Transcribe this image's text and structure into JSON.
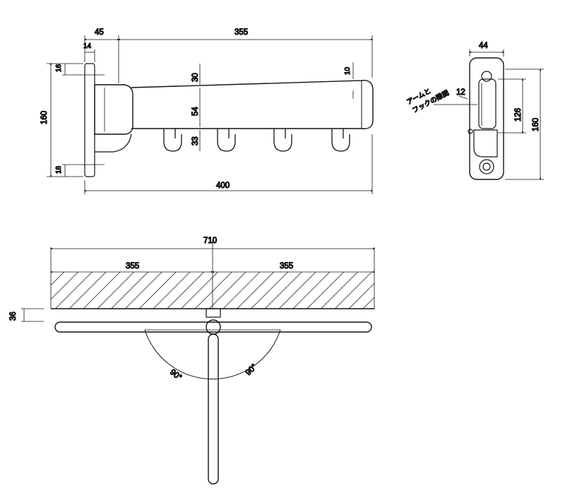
{
  "side_view": {
    "dims": {
      "bracket_offset": "45",
      "arm_length": "355",
      "plate_thickness": "14",
      "top_offset": "16",
      "bottom_offset": "18",
      "overall_height": "160",
      "arm_top": "30",
      "arm_height": "54",
      "hook_drop": "33",
      "tip": "10",
      "overall_length": "400"
    }
  },
  "end_view": {
    "dims": {
      "width": "44",
      "gap": "12",
      "inner_height": "126",
      "overall_height": "160"
    },
    "gap_label_line1": "アームと",
    "gap_label_line2": "フックの隙間"
  },
  "plan_view": {
    "dims": {
      "total_width": "710",
      "left_half": "355",
      "right_half": "355",
      "depth": "36"
    },
    "angles": {
      "left": "90°",
      "right": "90°"
    }
  },
  "colors": {
    "ink": "#111111",
    "paper": "#ffffff",
    "hatch": "#222222"
  }
}
